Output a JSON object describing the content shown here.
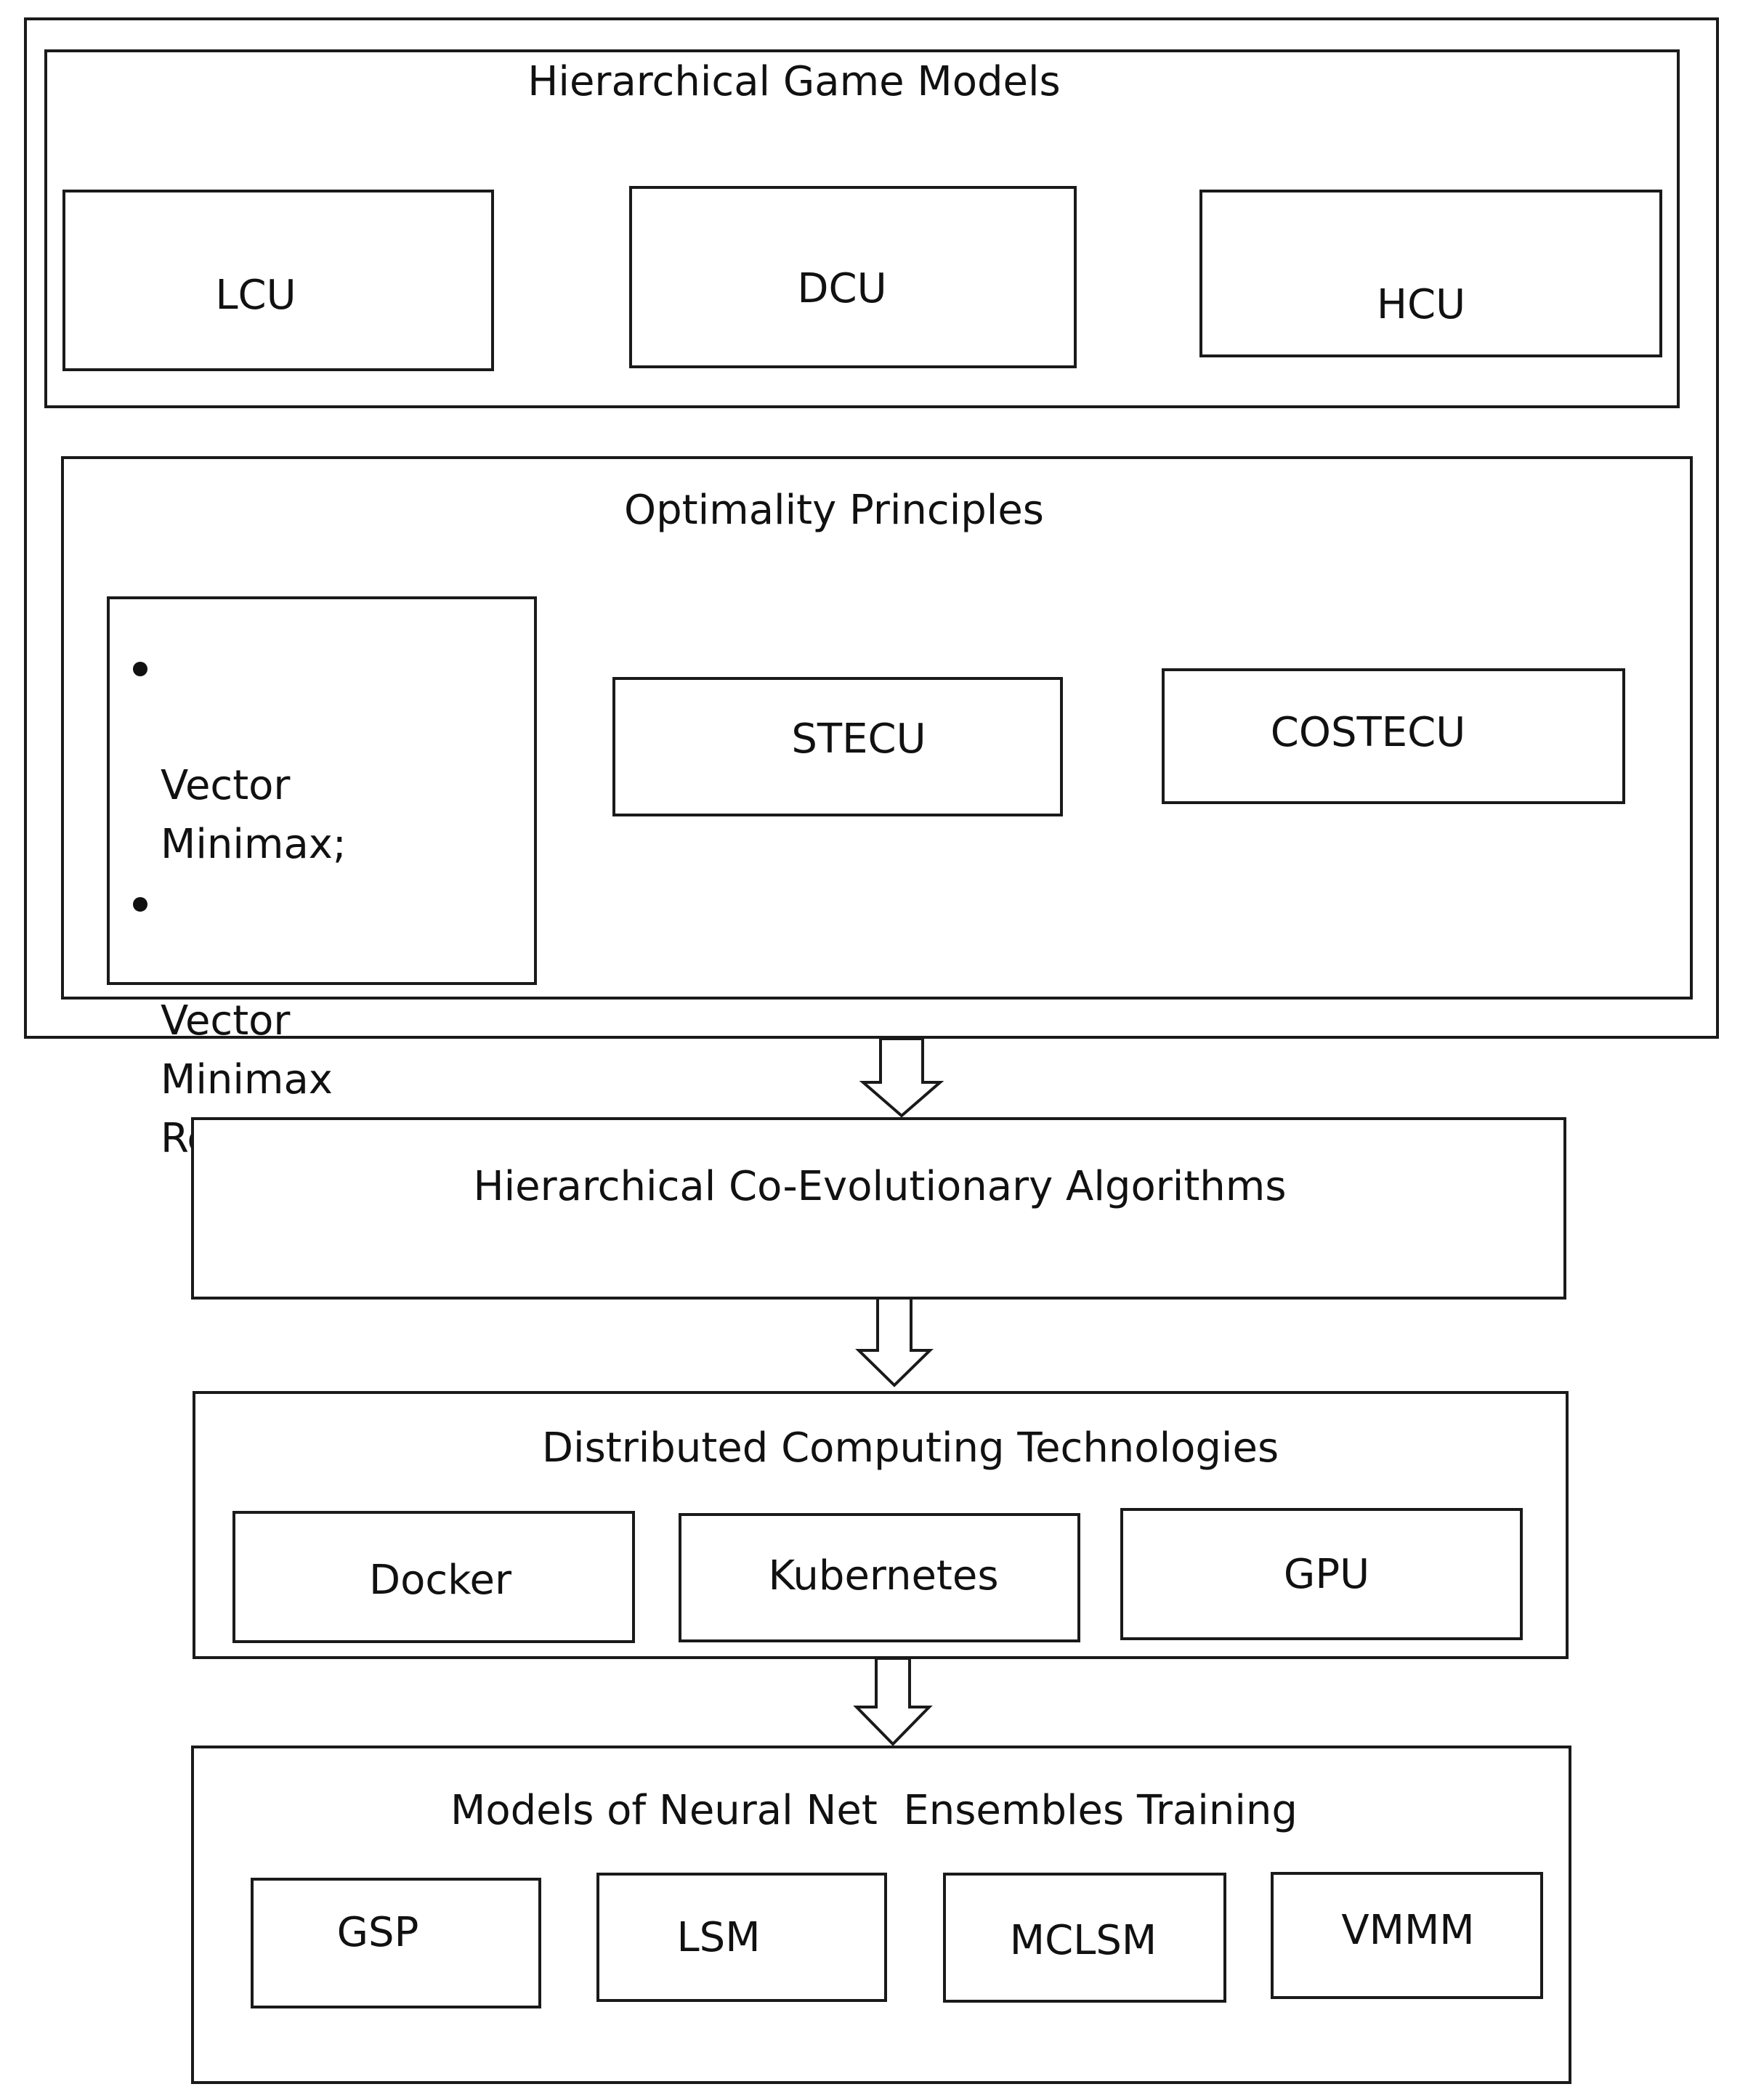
{
  "hierarchical_game_models": {
    "title": "Hierarchical Game Models",
    "items": [
      "LCU",
      "DCU",
      "HCU"
    ]
  },
  "optimality_principles": {
    "title": "Optimality Principles",
    "bullets": [
      "Vector\nMinimax;",
      "Vector\nMinimax\nRegret."
    ],
    "items": [
      "STECU",
      "COSTECU"
    ]
  },
  "co_evolutionary": {
    "title": "Hierarchical Co-Evolutionary Algorithms"
  },
  "distributed_computing": {
    "title": "Distributed Computing Technologies",
    "items": [
      "Docker",
      "Kubernetes",
      "GPU"
    ]
  },
  "neural_ensembles": {
    "title": "Models of Neural Net  Ensembles Training",
    "items": [
      "GSP",
      "LSM",
      "MCLSM",
      "VMMM"
    ]
  }
}
